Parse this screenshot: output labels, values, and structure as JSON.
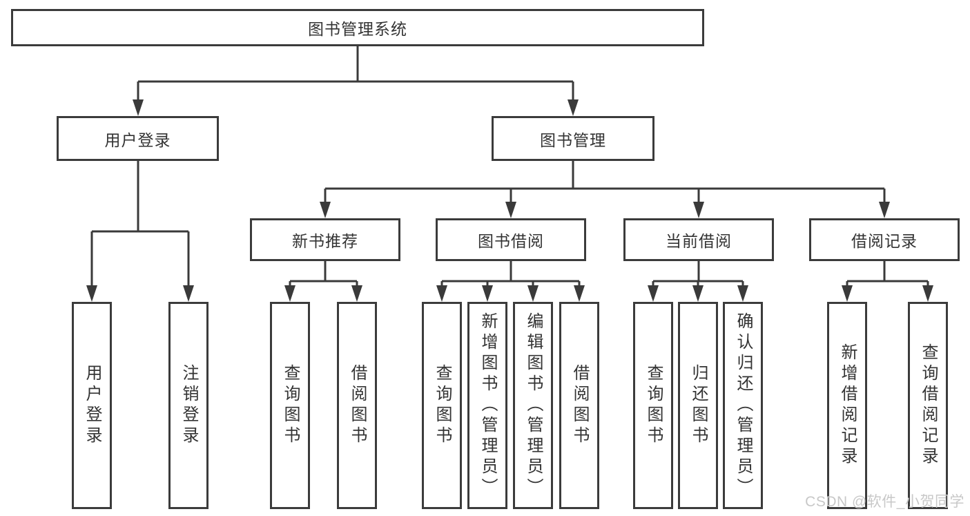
{
  "diagram_title": "图书管理系统",
  "tree": {
    "label": "图书管理系统",
    "children": [
      {
        "label": "用户登录",
        "children": [
          {
            "label": "用户登录"
          },
          {
            "label": "注销登录"
          }
        ]
      },
      {
        "label": "图书管理",
        "children": [
          {
            "label": "新书推荐",
            "children": [
              {
                "label": "查询图书"
              },
              {
                "label": "借阅图书"
              }
            ]
          },
          {
            "label": "图书借阅",
            "children": [
              {
                "label": "查询图书"
              },
              {
                "label": "新增图书（管理员）"
              },
              {
                "label": "编辑图书（管理员）"
              },
              {
                "label": "借阅图书"
              }
            ]
          },
          {
            "label": "当前借阅",
            "children": [
              {
                "label": "查询图书"
              },
              {
                "label": "归还图书"
              },
              {
                "label": "确认归还（管理员）"
              }
            ]
          },
          {
            "label": "借阅记录",
            "children": [
              {
                "label": "新增借阅记录"
              },
              {
                "label": "查询借阅记录"
              }
            ]
          }
        ]
      }
    ]
  },
  "watermark": {
    "text": "CSDN @软件_小贺同学"
  },
  "colors": {
    "background": "#ffffff",
    "line": "#3a3a3a",
    "box_border": "#3b3b3b",
    "text": "#333333",
    "watermark_text": "#c8c8c8"
  }
}
